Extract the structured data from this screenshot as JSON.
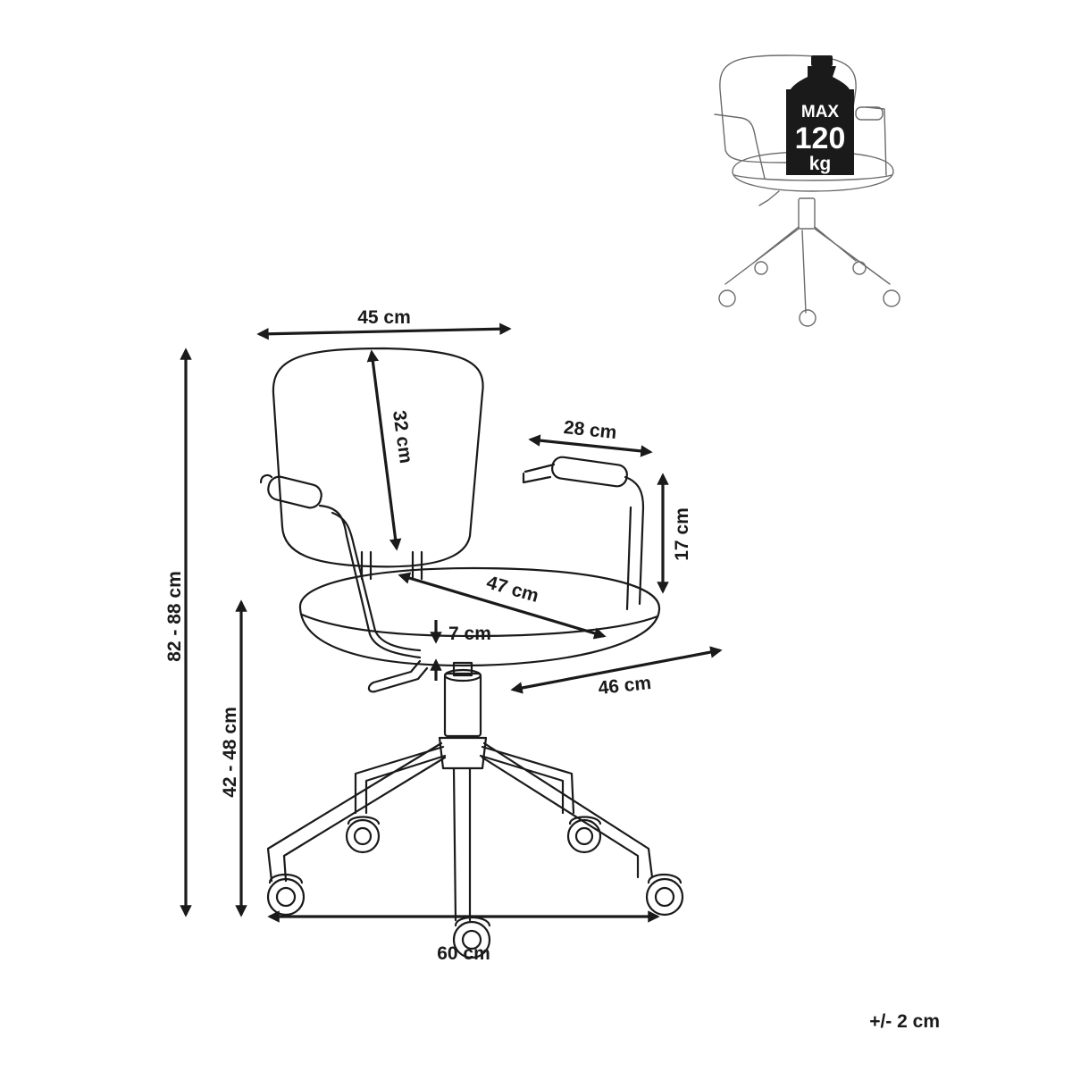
{
  "dimensions": {
    "width_back": "45 cm",
    "back_height": "32 cm",
    "armrest_length": "28 cm",
    "armrest_height": "17 cm",
    "seat_diagonal": "47 cm",
    "seat_thickness": "7 cm",
    "seat_depth": "46 cm",
    "total_height": "82 - 88 cm",
    "seat_height": "42 - 48 cm",
    "base_width": "60 cm"
  },
  "tolerance": "+/- 2 cm",
  "max_load": {
    "line1": "MAX",
    "line2": "120",
    "line3": "kg"
  },
  "colors": {
    "line": "#1a1a1a",
    "thumbnail_line": "#6b6b6b",
    "weight_fill": "#1a1a1a"
  }
}
